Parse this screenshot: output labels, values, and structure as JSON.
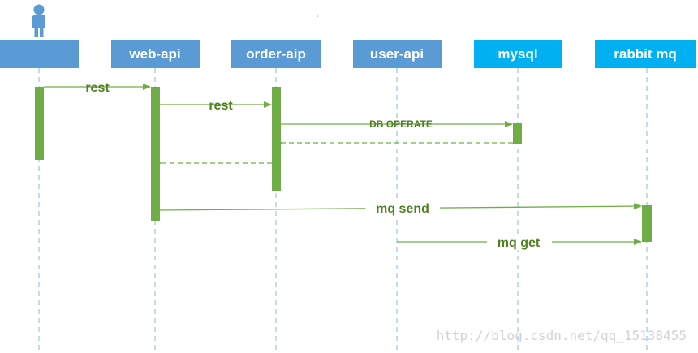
{
  "participants": [
    {
      "id": "user",
      "label": "",
      "color": "#5b9bd5"
    },
    {
      "id": "web-api",
      "label": "web-api",
      "color": "#5b9bd5"
    },
    {
      "id": "order-aip",
      "label": "order-aip",
      "color": "#5b9bd5"
    },
    {
      "id": "user-api",
      "label": "user-api",
      "color": "#5b9bd5"
    },
    {
      "id": "mysql",
      "label": "mysql",
      "color": "#00b0f0"
    },
    {
      "id": "rabbit-mq",
      "label": "rabbit mq",
      "color": "#00b0f0"
    }
  ],
  "messages": [
    {
      "from": "user",
      "to": "web-api",
      "label": "rest",
      "style": "solid"
    },
    {
      "from": "web-api",
      "to": "order-aip",
      "label": "rest",
      "style": "solid"
    },
    {
      "from": "order-aip",
      "to": "mysql",
      "label": "DB OPERATE",
      "style": "solid"
    },
    {
      "from": "mysql",
      "to": "order-aip",
      "label": "",
      "style": "dashed"
    },
    {
      "from": "order-aip",
      "to": "web-api",
      "label": "",
      "style": "dashed"
    },
    {
      "from": "web-api",
      "to": "rabbit-mq",
      "label": "mq send",
      "style": "solid"
    },
    {
      "from": "user-api",
      "to": "rabbit-mq",
      "label": "mq get",
      "style": "solid"
    }
  ],
  "watermark": "http://blog.csdn.net/qq_15138455",
  "colors": {
    "activation": "#70ad47",
    "arrow": "#70ad47",
    "label": "#4f7f1f",
    "lifeline": "#9dc3e6",
    "actor": "#5b9bd5"
  },
  "icons": {
    "actor": "person-icon"
  }
}
